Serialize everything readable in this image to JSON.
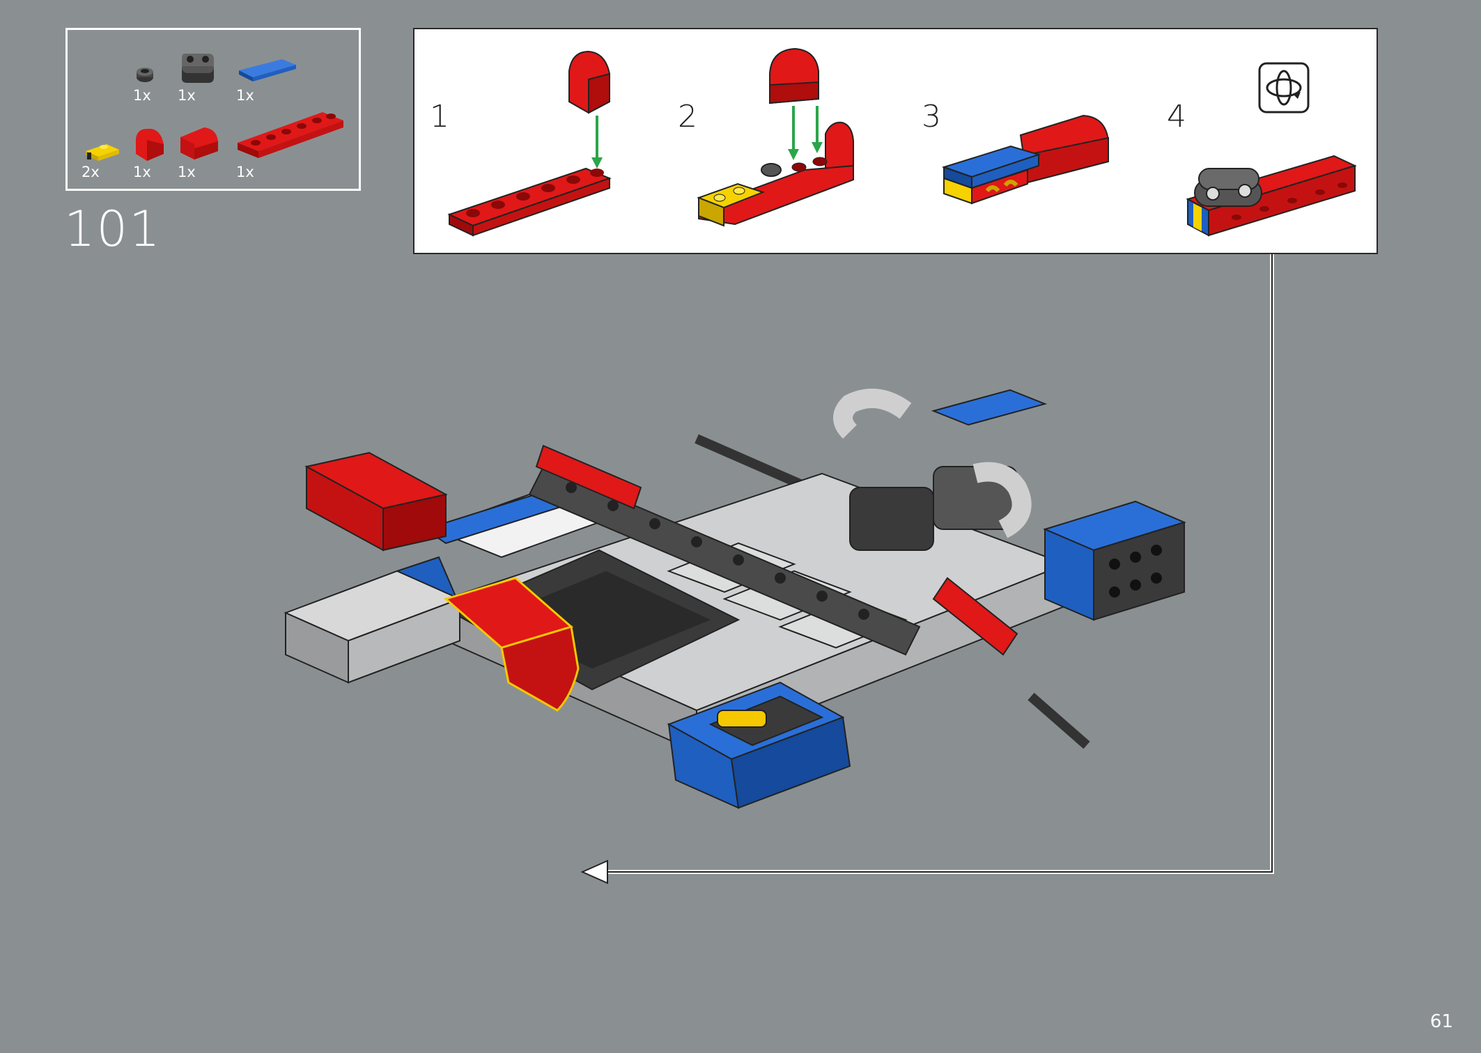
{
  "step": {
    "number": "101"
  },
  "parts": [
    {
      "qty": "1x",
      "icon": "round-plate-dark-icon",
      "color": "#4a4a4a"
    },
    {
      "qty": "1x",
      "icon": "technic-link-dark-icon",
      "color": "#5a5a5a"
    },
    {
      "qty": "1x",
      "icon": "tile-blue-icon",
      "color": "#1f5fbf"
    },
    {
      "qty": "2x",
      "icon": "clip-plate-yellow-icon",
      "color": "#f5c800"
    },
    {
      "qty": "1x",
      "icon": "slope-curved-red-small-icon",
      "color": "#d01010"
    },
    {
      "qty": "1x",
      "icon": "slope-curved-red-large-icon",
      "color": "#d01010"
    },
    {
      "qty": "1x",
      "icon": "plate-1x6-red-icon",
      "color": "#d01010"
    }
  ],
  "substeps": [
    {
      "label": "1"
    },
    {
      "label": "2"
    },
    {
      "label": "3"
    },
    {
      "label": "4"
    }
  ],
  "rotate_icon": "rotate-model-icon",
  "page_number": "61",
  "colors": {
    "background": "#8a9092",
    "red": "#d01010",
    "blue": "#1f5fbf",
    "yellow": "#f5c800",
    "arrow_green": "#2aa64a"
  }
}
